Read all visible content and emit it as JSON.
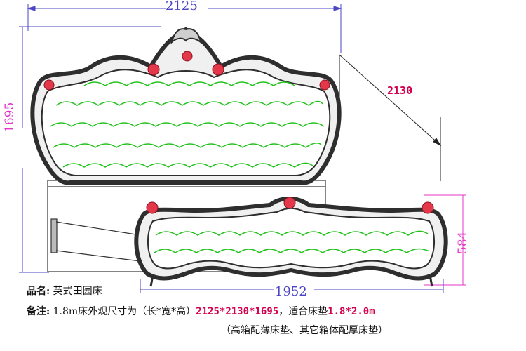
{
  "dimensions": {
    "overall_width": "2125",
    "length": "2130",
    "headboard_height": "1695",
    "footboard_height": "584",
    "footboard_width": "1952"
  },
  "product": {
    "name_label": "品名:",
    "name_value": "英式田园床",
    "note_label": "备注:",
    "note_text": "1.8m床外观尺寸为（长*宽*高）",
    "note_size": "2125*2130*1695",
    "note_mid": "，适合床垫",
    "mattress": "1.8*2.0m",
    "note_line2": "（高箱配薄床垫、其它箱体配厚床垫）"
  },
  "colors": {
    "frame": "#3a3a3a",
    "tufting": "#21c21b",
    "rose": "#e2384a",
    "dimension_blue": "#4a44c6",
    "dimension_pink": "#e436c8",
    "accent_red": "#d4004d"
  }
}
